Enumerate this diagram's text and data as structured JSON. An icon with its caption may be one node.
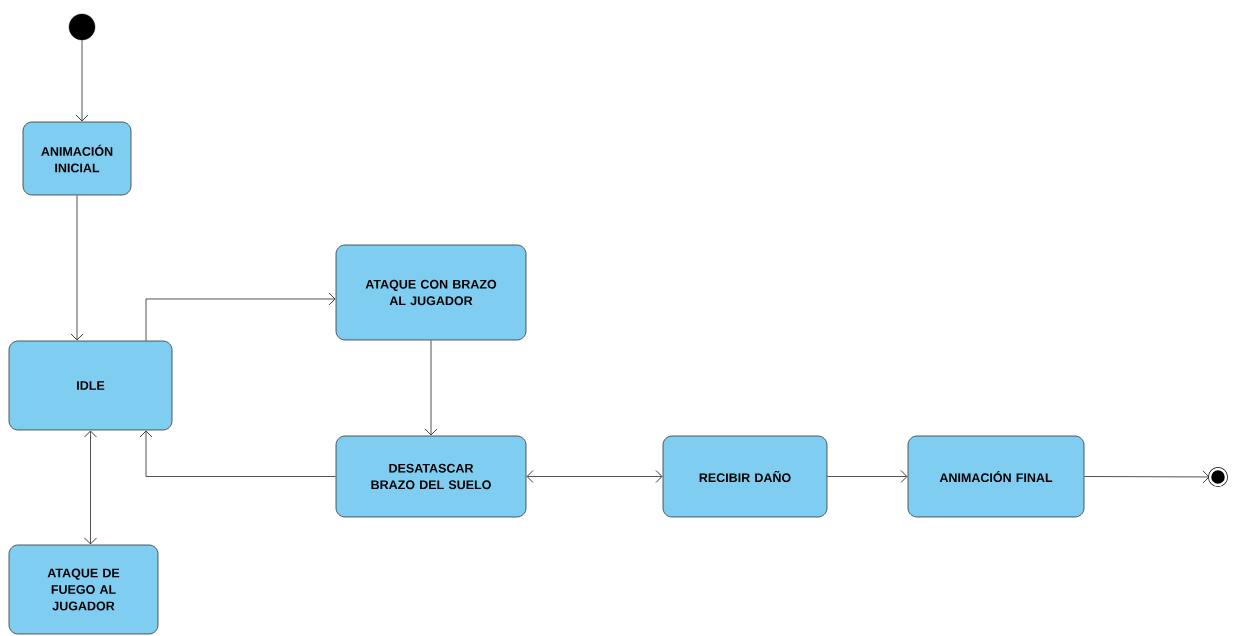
{
  "diagram": {
    "nodes": [
      {
        "text": [],
        "shape": "circle"
      },
      {
        "text": [
          "ANIMACIÓN INICIAL"
        ]
      },
      {
        "text": [
          "IDLE"
        ]
      },
      {
        "text": [
          "ATAQUE CON BRAZO AL JUGADOR"
        ]
      },
      {
        "text": [
          "DESATASCAR BRAZO DEL SUELO"
        ]
      },
      {
        "text": [
          "RECIBIR DAÑO"
        ]
      },
      {
        "text": [
          "ANIMACIÓN FINAL"
        ]
      },
      {
        "text": [],
        "shape": "circle"
      },
      {
        "text": [
          "ATAQUE DE FUEGO AL JUGADOR"
        ]
      }
    ],
    "edges": [
      {
        "from": 0,
        "to": 1,
        "arrow": "to"
      },
      {
        "from": 1,
        "to": 2,
        "arrow": "to"
      },
      {
        "from": 2,
        "to": 3,
        "arrow": "to"
      },
      {
        "from": 3,
        "to": 4,
        "arrow": "to"
      },
      {
        "from": 4,
        "to": 2,
        "arrow": "to"
      },
      {
        "from": 2,
        "to": 8,
        "arrow": "both"
      },
      {
        "from": 4,
        "to": 5,
        "arrow": "both"
      },
      {
        "from": 5,
        "to": 6,
        "arrow": "to"
      },
      {
        "from": 6,
        "to": 7,
        "arrow": "to"
      }
    ]
  }
}
